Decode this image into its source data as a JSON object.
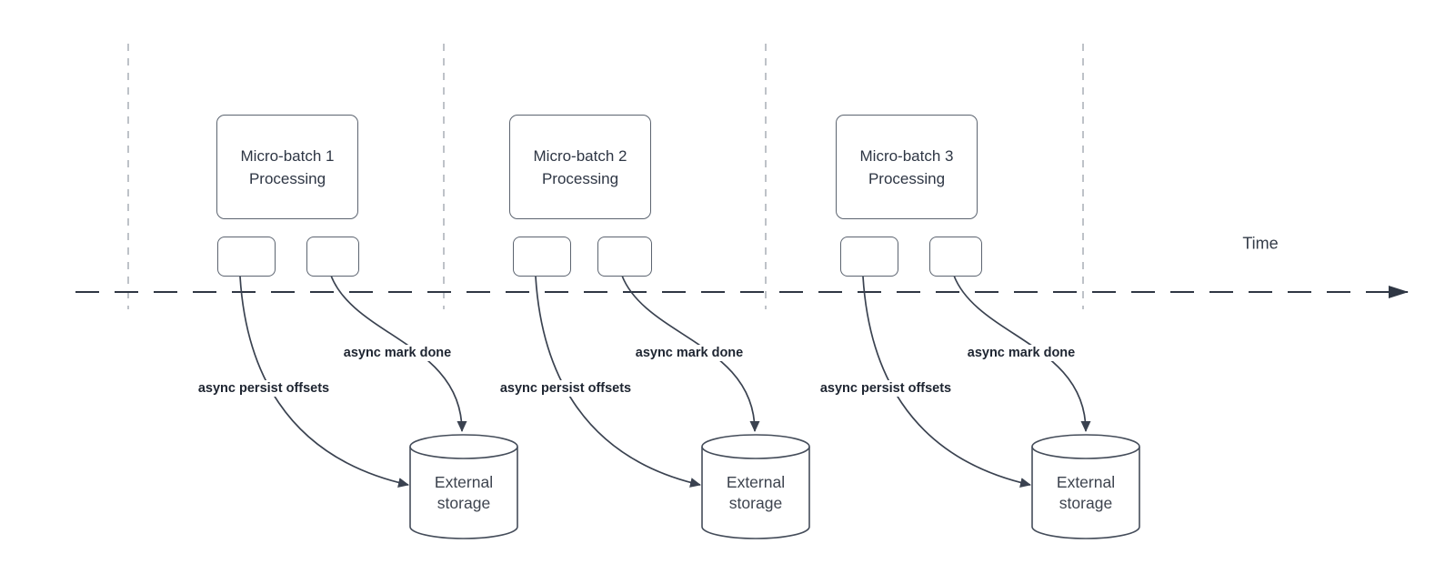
{
  "diagram": {
    "time_label": "Time",
    "batches": [
      {
        "title": "Micro-batch 1\nProcessing",
        "persist_label": "async persist offsets",
        "done_label": "async mark done",
        "storage_label": "External\nstorage"
      },
      {
        "title": "Micro-batch 2\nProcessing",
        "persist_label": "async persist offsets",
        "done_label": "async mark done",
        "storage_label": "External\nstorage"
      },
      {
        "title": "Micro-batch 3\nProcessing",
        "persist_label": "async persist offsets",
        "done_label": "async mark done",
        "storage_label": "External\nstorage"
      }
    ],
    "colors": {
      "arrow_stroke": "#3a4250",
      "box_border": "#5c6470",
      "guide_line": "#aeb3ba",
      "label_text": "#1e2531",
      "node_text": "#2e3644"
    }
  }
}
